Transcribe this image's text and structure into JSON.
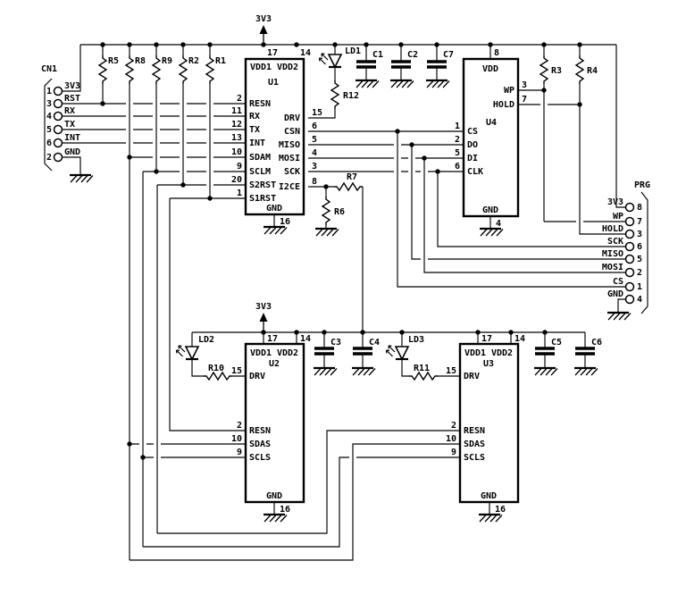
{
  "colors": {
    "ink": "#000000",
    "background": "#ffffff"
  },
  "power": {
    "net": "3V3"
  },
  "connectors": {
    "cn1": {
      "ref": "CN1",
      "pins": [
        {
          "num": "1",
          "name": "3V3"
        },
        {
          "num": "3",
          "name": "RST"
        },
        {
          "num": "4",
          "name": "RX"
        },
        {
          "num": "5",
          "name": "TX"
        },
        {
          "num": "6",
          "name": "INT"
        },
        {
          "num": "2",
          "name": "GND"
        }
      ]
    },
    "prg": {
      "ref": "PRG",
      "pins": [
        {
          "num": "8",
          "name": "3V3"
        },
        {
          "num": "7",
          "name": "WP"
        },
        {
          "num": "3",
          "name": "HOLD"
        },
        {
          "num": "6",
          "name": "SCK"
        },
        {
          "num": "5",
          "name": "MISO"
        },
        {
          "num": "2",
          "name": "MOSI"
        },
        {
          "num": "1",
          "name": "CS"
        },
        {
          "num": "4",
          "name": "GND"
        }
      ]
    }
  },
  "ics": {
    "u1": {
      "ref": "U1",
      "top": [
        {
          "num": "17",
          "name": "VDD1"
        },
        {
          "num": "14",
          "name": "VDD2"
        }
      ],
      "left": [
        {
          "num": "2",
          "name": "RESN"
        },
        {
          "num": "11",
          "name": "RX"
        },
        {
          "num": "12",
          "name": "TX"
        },
        {
          "num": "13",
          "name": "INT"
        },
        {
          "num": "10",
          "name": "SDAM"
        },
        {
          "num": "9",
          "name": "SCLM"
        },
        {
          "num": "20",
          "name": "S2RST"
        },
        {
          "num": "1",
          "name": "S1RST"
        }
      ],
      "right": [
        {
          "num": "15",
          "name": "DRV"
        },
        {
          "num": "6",
          "name": "CSN"
        },
        {
          "num": "5",
          "name": "MISO"
        },
        {
          "num": "4",
          "name": "MOSI"
        },
        {
          "num": "3",
          "name": "SCK"
        },
        {
          "num": "8",
          "name": "I2CE"
        }
      ],
      "bottom": {
        "num": "16",
        "name": "GND"
      }
    },
    "u2": {
      "ref": "U2",
      "top": [
        {
          "num": "17",
          "name": "VDD1"
        },
        {
          "num": "14",
          "name": "VDD2"
        }
      ],
      "left": [
        {
          "num": "15",
          "name": "DRV"
        },
        {
          "num": "2",
          "name": "RESN"
        },
        {
          "num": "10",
          "name": "SDAS"
        },
        {
          "num": "9",
          "name": "SCLS"
        }
      ],
      "bottom": {
        "num": "16",
        "name": "GND"
      }
    },
    "u3": {
      "ref": "U3",
      "top": [
        {
          "num": "17",
          "name": "VDD1"
        },
        {
          "num": "14",
          "name": "VDD2"
        }
      ],
      "left": [
        {
          "num": "15",
          "name": "DRV"
        },
        {
          "num": "2",
          "name": "RESN"
        },
        {
          "num": "10",
          "name": "SDAS"
        },
        {
          "num": "9",
          "name": "SCLS"
        }
      ],
      "bottom": {
        "num": "16",
        "name": "GND"
      }
    },
    "u4": {
      "ref": "U4",
      "top": {
        "num": "8",
        "name": "VDD"
      },
      "left": [
        {
          "num": "1",
          "name": "CS"
        },
        {
          "num": "2",
          "name": "DO"
        },
        {
          "num": "5",
          "name": "DI"
        },
        {
          "num": "6",
          "name": "CLK"
        }
      ],
      "right": [
        {
          "num": "3",
          "name": "WP"
        },
        {
          "num": "7",
          "name": "HOLD"
        }
      ],
      "bottom": {
        "num": "4",
        "name": "GND"
      }
    }
  },
  "resistors": {
    "r5": "R5",
    "r8": "R8",
    "r9": "R9",
    "r2": "R2",
    "r1": "R1",
    "r3": "R3",
    "r4": "R4",
    "r12": "R12",
    "r7": "R7",
    "r6": "R6",
    "r10": "R10",
    "r11": "R11"
  },
  "capacitors": {
    "c1": "C1",
    "c2": "C2",
    "c7": "C7",
    "c3": "C3",
    "c4": "C4",
    "c5": "C5",
    "c6": "C6"
  },
  "leds": {
    "ld1": "LD1",
    "ld2": "LD2",
    "ld3": "LD3"
  }
}
